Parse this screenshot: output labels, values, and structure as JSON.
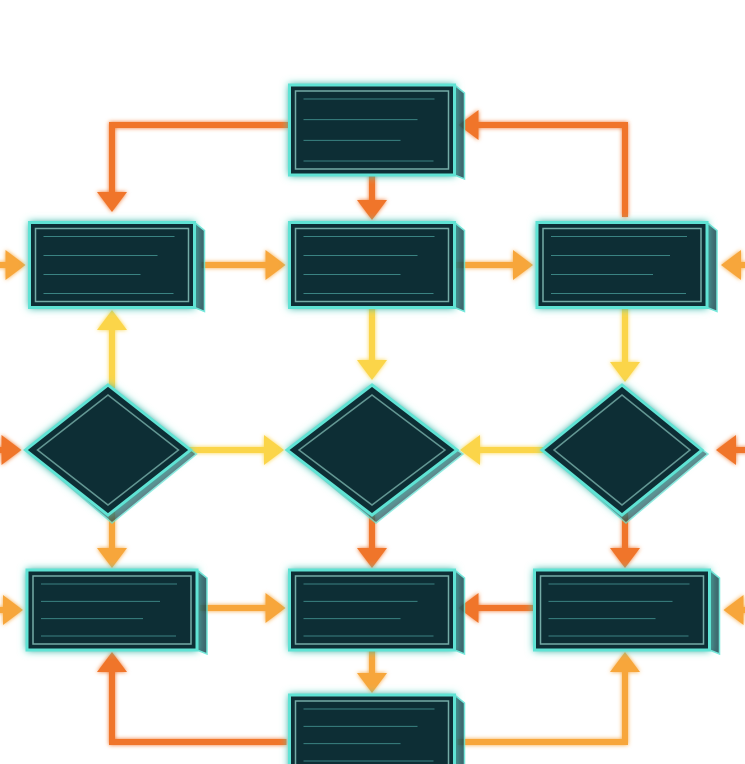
{
  "palette": {
    "background": "#ffffff",
    "node_fill": "#0f2f36",
    "node_fill_light": "#1b4a52",
    "node_glow": "#5fe3d4",
    "node_rim": "#b9fff2",
    "arrow_orange": "#f0752a",
    "arrow_amber": "#f7a63a",
    "arrow_yellow": "#fbd54a",
    "text_glyph": "#5fc9c2"
  },
  "diagram": {
    "kind": "flowchart",
    "labels_visible": false,
    "nodes": [
      {
        "id": "top-process",
        "shape": "process"
      },
      {
        "id": "left-process-1",
        "shape": "process"
      },
      {
        "id": "center-process-1",
        "shape": "process"
      },
      {
        "id": "right-process-1",
        "shape": "process"
      },
      {
        "id": "left-decision",
        "shape": "decision"
      },
      {
        "id": "center-decision",
        "shape": "decision"
      },
      {
        "id": "right-decision",
        "shape": "decision"
      },
      {
        "id": "left-process-2",
        "shape": "process"
      },
      {
        "id": "center-process-2",
        "shape": "process"
      },
      {
        "id": "right-process-2",
        "shape": "process"
      },
      {
        "id": "bottom-process",
        "shape": "process"
      }
    ],
    "edges": [
      {
        "from": "top-process",
        "to": "left-process-1",
        "color": "arrow_orange"
      },
      {
        "from": "right-process-1",
        "to": "top-process",
        "color": "arrow_orange"
      },
      {
        "from": "top-process",
        "to": "center-process-1",
        "color": "arrow_orange"
      },
      {
        "from": "left-process-1",
        "to": "center-process-1",
        "color": "arrow_amber"
      },
      {
        "from": "center-process-1",
        "to": "right-process-1",
        "color": "arrow_amber"
      },
      {
        "from": "center-process-1",
        "to": "center-decision",
        "color": "arrow_yellow"
      },
      {
        "from": "right-process-1",
        "to": "right-decision",
        "color": "arrow_yellow"
      },
      {
        "from": "left-decision",
        "to": "left-process-1",
        "color": "arrow_yellow"
      },
      {
        "from": "left-decision",
        "to": "center-decision",
        "color": "arrow_yellow"
      },
      {
        "from": "right-decision",
        "to": "center-decision",
        "color": "arrow_yellow"
      },
      {
        "from": "left-decision",
        "to": "left-process-2",
        "color": "arrow_amber"
      },
      {
        "from": "center-decision",
        "to": "center-process-2",
        "color": "arrow_orange"
      },
      {
        "from": "right-decision",
        "to": "right-process-2",
        "color": "arrow_orange"
      },
      {
        "from": "left-process-2",
        "to": "center-process-2",
        "color": "arrow_amber"
      },
      {
        "from": "right-process-2",
        "to": "center-process-2",
        "color": "arrow_orange"
      },
      {
        "from": "center-process-2",
        "to": "bottom-process",
        "color": "arrow_amber"
      },
      {
        "from": "bottom-process",
        "to": "left-process-2",
        "color": "arrow_orange"
      },
      {
        "from": "bottom-process",
        "to": "right-process-2",
        "color": "arrow_amber"
      },
      {
        "from": "offscreen-left",
        "to": "left-process-1",
        "color": "arrow_amber"
      },
      {
        "from": "offscreen-right",
        "to": "right-process-1",
        "color": "arrow_amber"
      },
      {
        "from": "offscreen-left",
        "to": "left-decision",
        "color": "arrow_orange"
      },
      {
        "from": "offscreen-right",
        "to": "right-decision",
        "color": "arrow_orange"
      },
      {
        "from": "offscreen-left",
        "to": "left-process-2",
        "color": "arrow_amber"
      },
      {
        "from": "offscreen-right",
        "to": "right-process-2",
        "color": "arrow_amber"
      }
    ]
  }
}
